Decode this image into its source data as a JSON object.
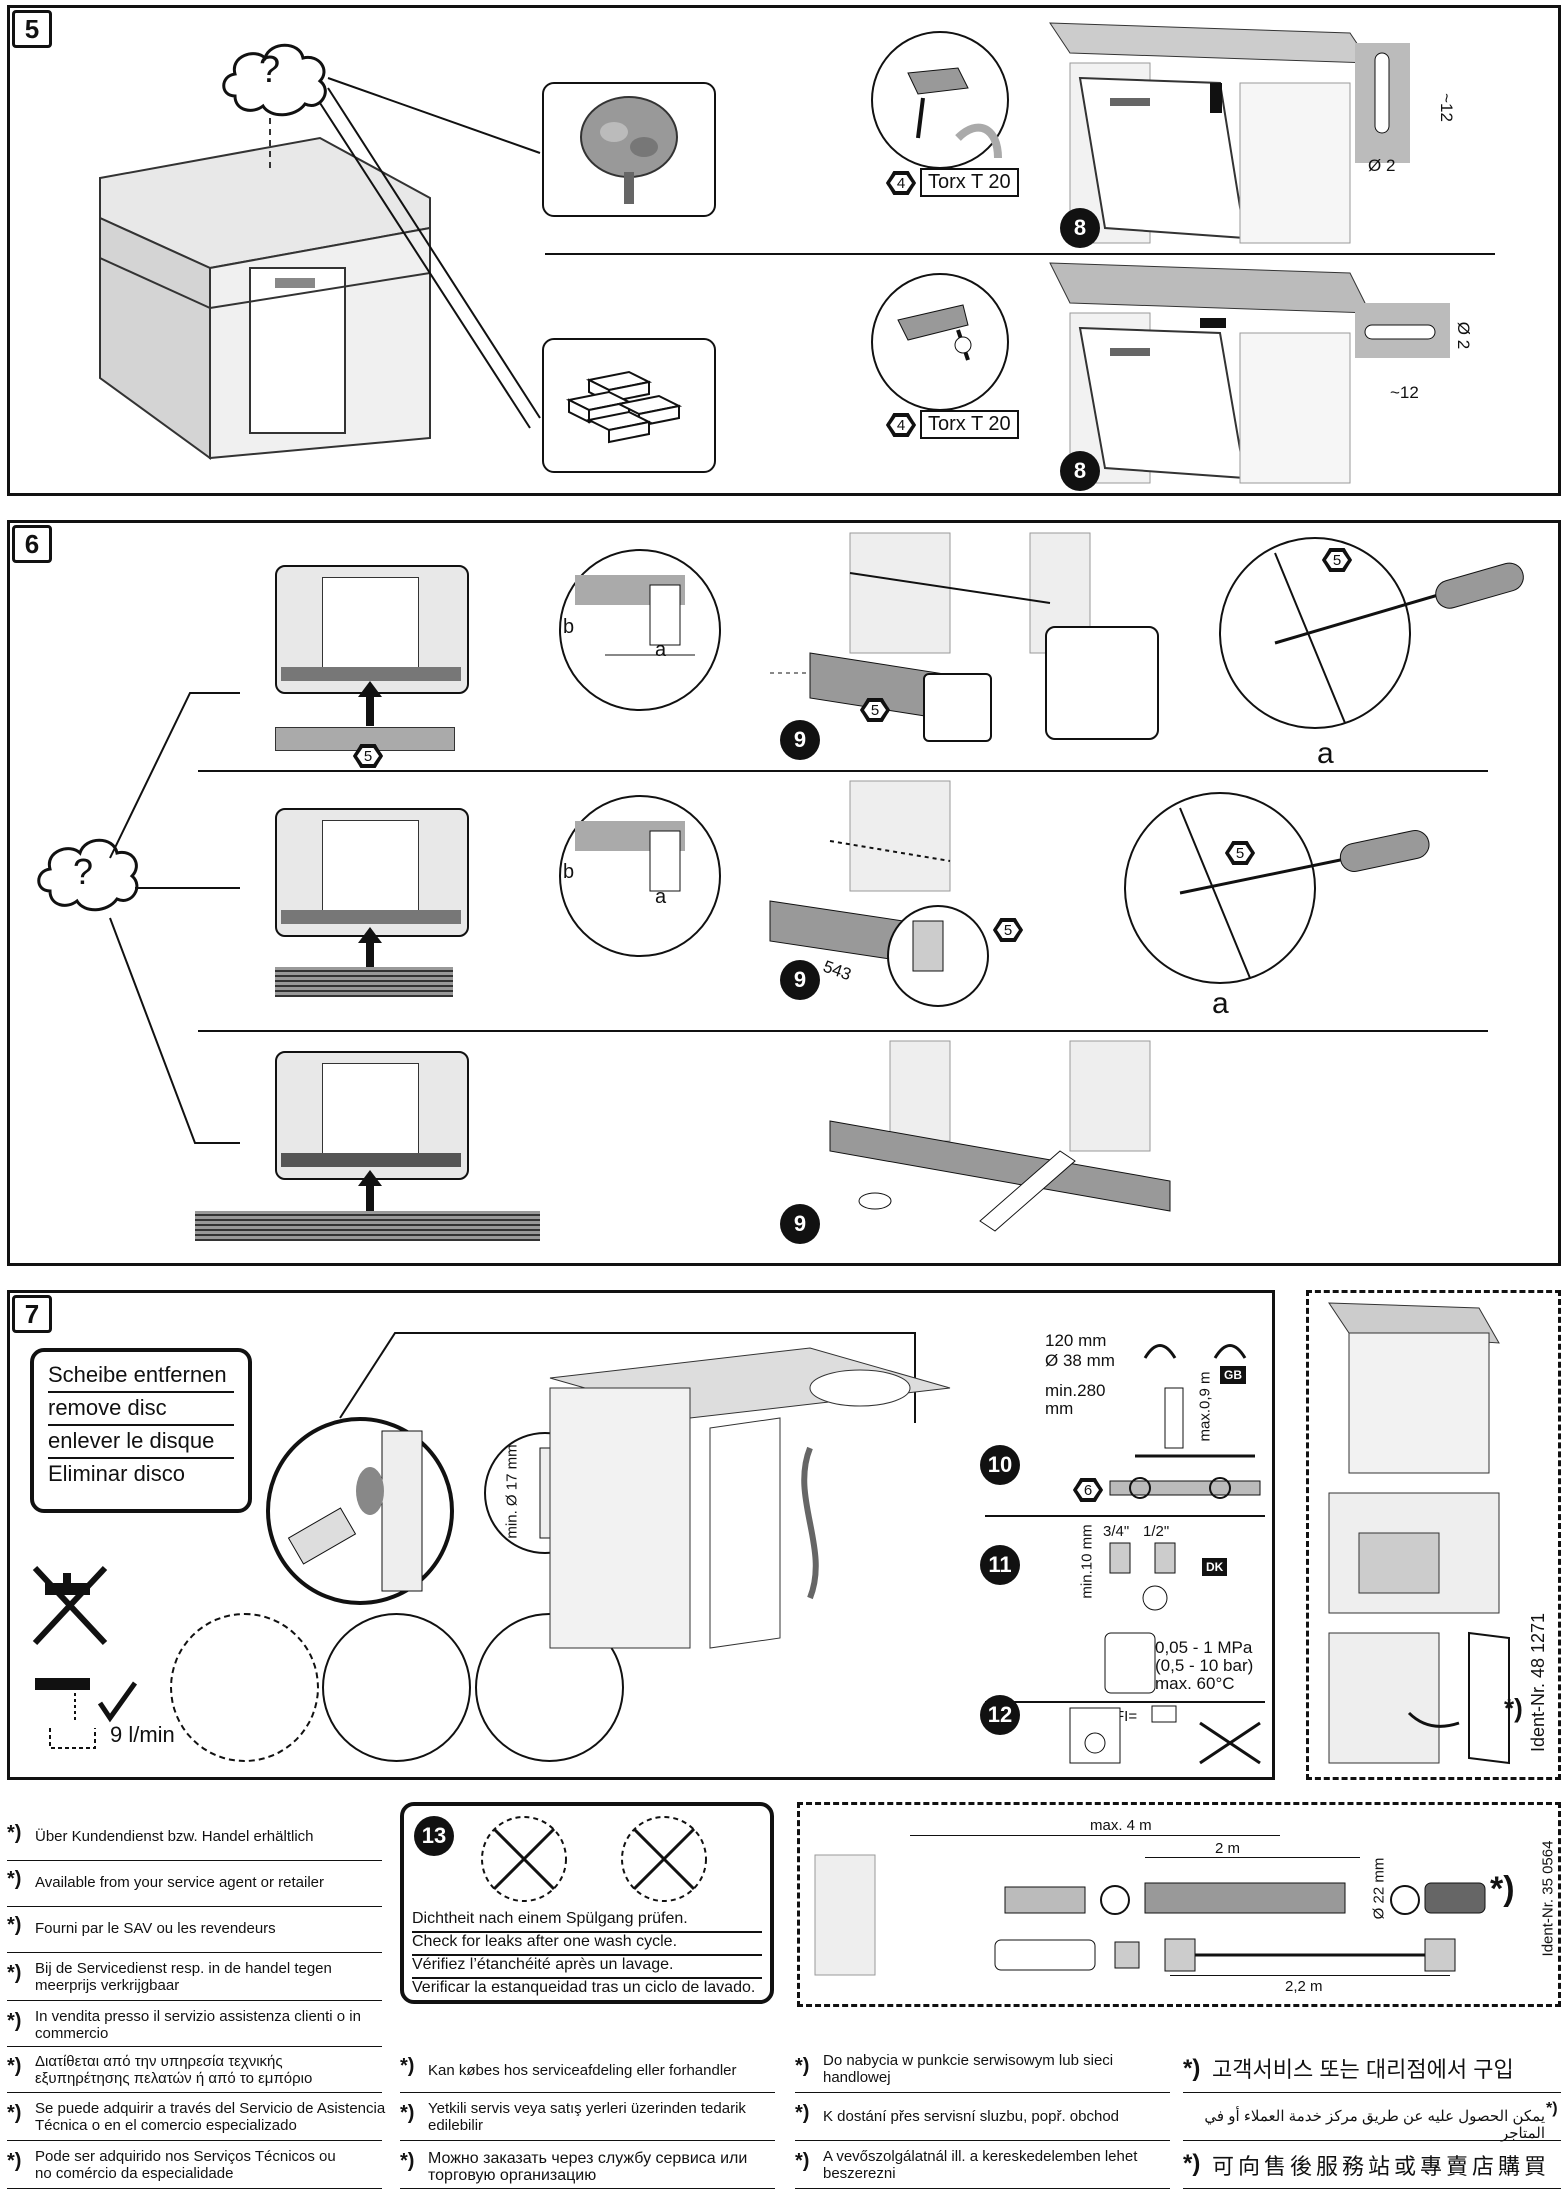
{
  "steps": {
    "s5": "5",
    "s6": "6",
    "s7": "7"
  },
  "section5": {
    "question_mark": "?",
    "torx_num": "4",
    "torx_label": "Torx T 20",
    "callout_8": "8",
    "dim_12_a": "~12",
    "dim_d2_a": "Ø 2",
    "dim_d2_b": "Ø 2",
    "dim_12_b": "~12"
  },
  "section6": {
    "question_mark": "?",
    "part5": "5",
    "callout_9": "9",
    "dim_a": "a",
    "dim_b": "b",
    "dim_543": "543"
  },
  "section7": {
    "remove_disc": [
      "Scheibe entfernen",
      "remove disc",
      "enlever le disque",
      "Eliminar disco"
    ],
    "min_d17": "min. Ø 17 mm",
    "flow": "9 l/min",
    "callout_10": "10",
    "callout_11": "11",
    "callout_12": "12",
    "drain_120": "120 mm",
    "drain_38": "Ø 38 mm",
    "drain_min280": "min.280",
    "drain_mm": "mm",
    "drain_max09": "max.0,9 m",
    "gb": "GB",
    "dk": "DK",
    "part6": "6",
    "thread_34": "3/4\"",
    "thread_12": "1/2\"",
    "min10": "min.10 mm",
    "pressure1": "0,05 - 1 MPa",
    "pressure2": "(0,5 - 10 bar)",
    "pressure3": "max. 60°C",
    "fi": "FI="
  },
  "side_panel": {
    "ident": "Ident-Nr. 48 1271"
  },
  "hose_kit": {
    "max4": "max. 4 m",
    "two_m": "2 m",
    "d22": "Ø 22 mm",
    "two_two_m": "2,2 m",
    "ident": "Ident-Nr. 35 0564"
  },
  "leak_check": {
    "callout_13": "13",
    "lines": [
      "Dichtheit nach einem Spülgang prüfen.",
      "Check for leaks after one wash cycle.",
      "Vérifiez l’étanchéité après un lavage.",
      "Verificar la estanqueidad tras un ciclo de lavado."
    ]
  },
  "footnote_marker": "*)",
  "footnotes_col1": [
    "Über Kundendienst bzw. Handel erhältlich",
    "Available from your service agent or retailer",
    "Fourni par le SAV ou les revendeurs",
    "Bij de Servicedienst resp. in de handel tegen meerprijs verkrijgbaar",
    "In vendita presso il servizio assistenza clienti o in commercio",
    "Διατίθεται από την υπηρεσία τεχνικής εξυπηρέτησης πελατών ή από το εμπόριο",
    "Se puede adquirir a través del Servicio de Asistencia Técnica o en el comercio especializado",
    "Pode ser adquirido nos Serviços Técnicos ou no comércio da especialidade"
  ],
  "footnotes_col2": [
    "Kan købes hos serviceafdeling eller forhandler",
    "Yetkili servis veya satış yerleri üzerinden tedarik edilebilir",
    "Можно заказать через службу сервиса или торговую организацию"
  ],
  "footnotes_col3": [
    "Do nabycia w punkcie serwisowym lub sieci handlowej",
    "K dostání přes servisní sluzbu, popř. obchod",
    "A vevőszolgálatnál ill. a kereskedelemben lehet beszerezni"
  ],
  "footnotes_col4": [
    "고객서비스 또는 대리점에서 구입",
    "يمكن الحصول عليه عن طريق مركز خدمة العملاء أو في المتاجر",
    "可向售後服務站或專賣店購買"
  ]
}
